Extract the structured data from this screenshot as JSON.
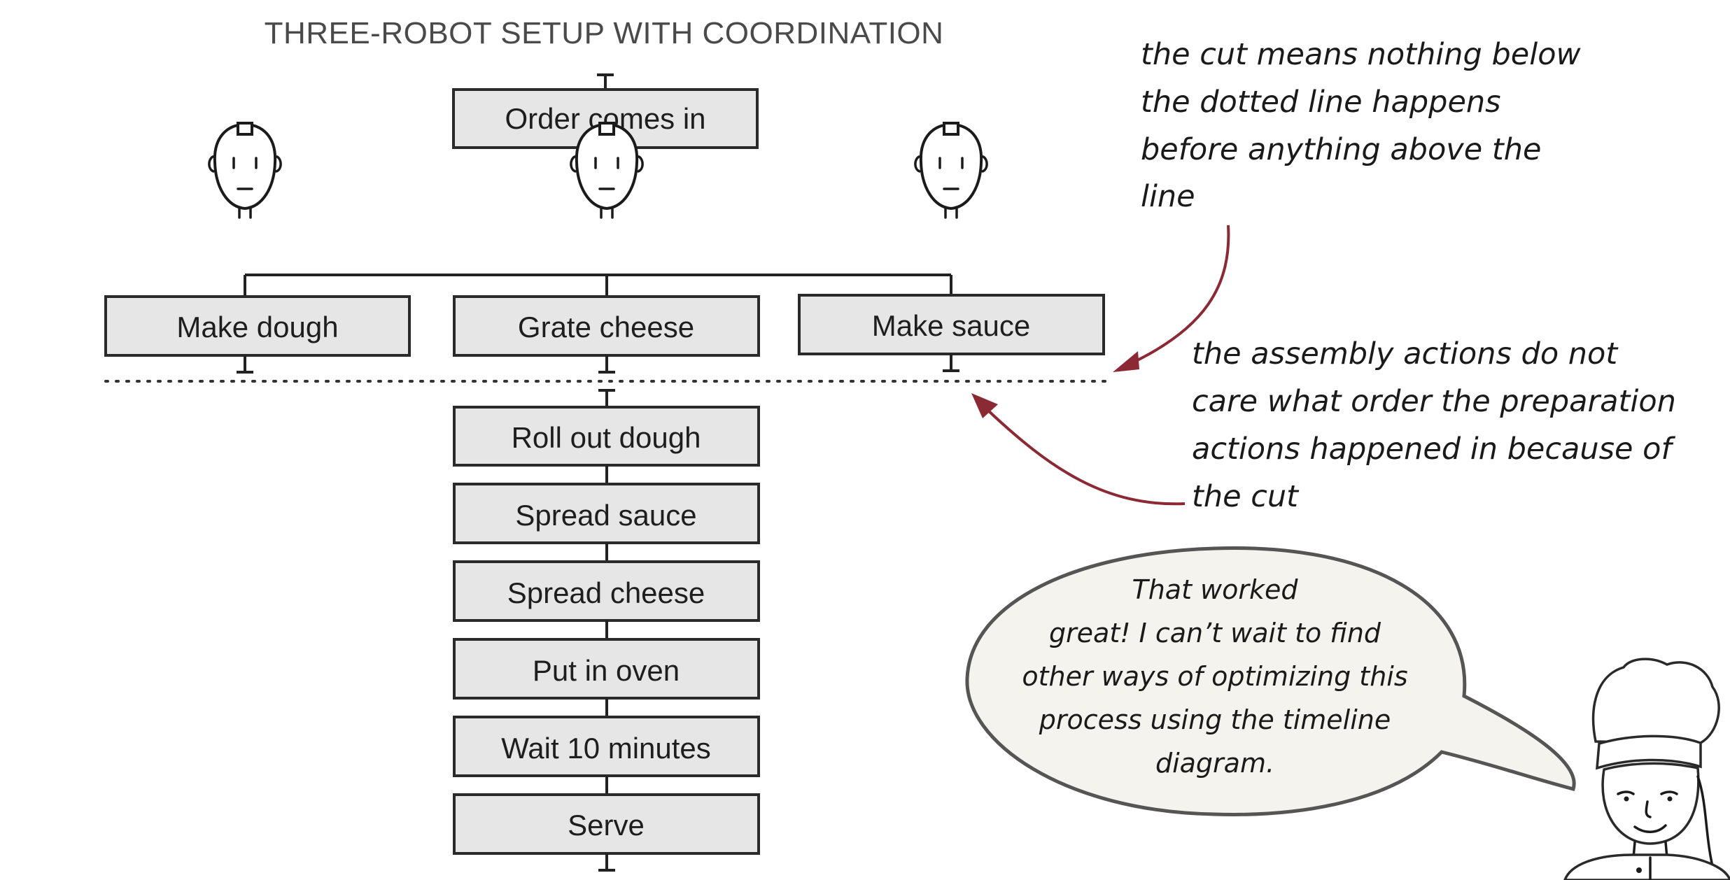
{
  "title": "THREE-ROBOT SETUP WITH COORDINATION",
  "start": {
    "label": "Order comes in"
  },
  "preparation": [
    {
      "label": "Make dough"
    },
    {
      "label": "Grate cheese"
    },
    {
      "label": "Make sauce"
    }
  ],
  "assembly": [
    {
      "label": "Roll out dough"
    },
    {
      "label": "Spread sauce"
    },
    {
      "label": "Spread cheese"
    },
    {
      "label": "Put in oven"
    },
    {
      "label": "Wait 10 minutes"
    },
    {
      "label": "Serve"
    }
  ],
  "annotations": {
    "cut_note": [
      "the cut means nothing below",
      "the dotted line happens",
      "before anything above the",
      "line"
    ],
    "assembly_note": [
      "the assembly actions do not",
      "care what order the preparation",
      "actions happened in because of",
      "the cut"
    ]
  },
  "speech_bubble": {
    "lines": [
      "That worked",
      "great! I can’t wait to find",
      "other ways of optimizing this",
      "process using the timeline",
      "diagram."
    ]
  },
  "colors": {
    "box_fill": "#e6e6e6",
    "arrow": "#8b2a35",
    "bubble_fill": "#f4f3ee"
  }
}
